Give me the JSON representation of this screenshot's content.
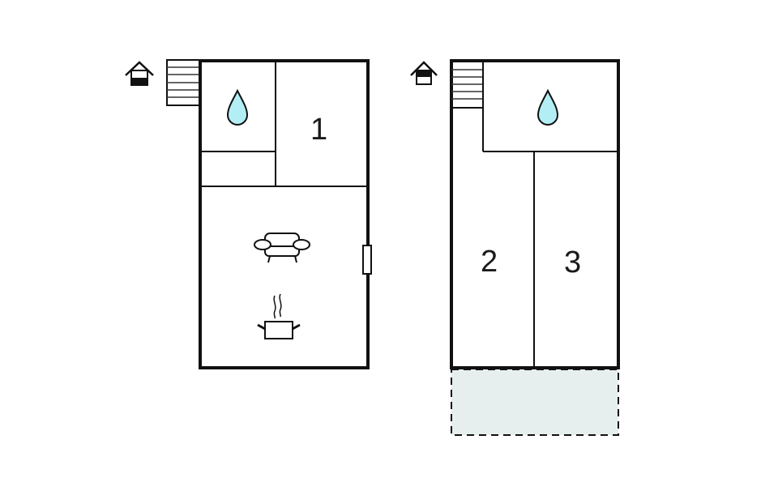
{
  "diagram": {
    "type": "floor-plan",
    "colors": {
      "wall": "#111111",
      "water": "#b3eef5",
      "terrace": "#e7eeee",
      "background": "#ffffff"
    },
    "floors": [
      {
        "name": "ground-floor",
        "entrance_icon": "house-entrance-icon",
        "rooms": [
          {
            "id": "bathroom-1",
            "icon": "water-drop-icon"
          },
          {
            "id": "bedroom-1",
            "label": "1"
          },
          {
            "id": "storage"
          },
          {
            "id": "living-kitchen",
            "icons": [
              "sofa-icon",
              "cooking-pot-icon"
            ]
          }
        ],
        "features": [
          "staircase",
          "window-east"
        ]
      },
      {
        "name": "upper-floor",
        "entrance_icon": "house-upstairs-icon",
        "rooms": [
          {
            "id": "bathroom-2",
            "icon": "water-drop-icon"
          },
          {
            "id": "bedroom-2",
            "label": "2"
          },
          {
            "id": "bedroom-3",
            "label": "3"
          }
        ],
        "features": [
          "staircase",
          "terrace-balcony"
        ]
      }
    ],
    "labels": {
      "room1": "1",
      "room2": "2",
      "room3": "3"
    }
  }
}
